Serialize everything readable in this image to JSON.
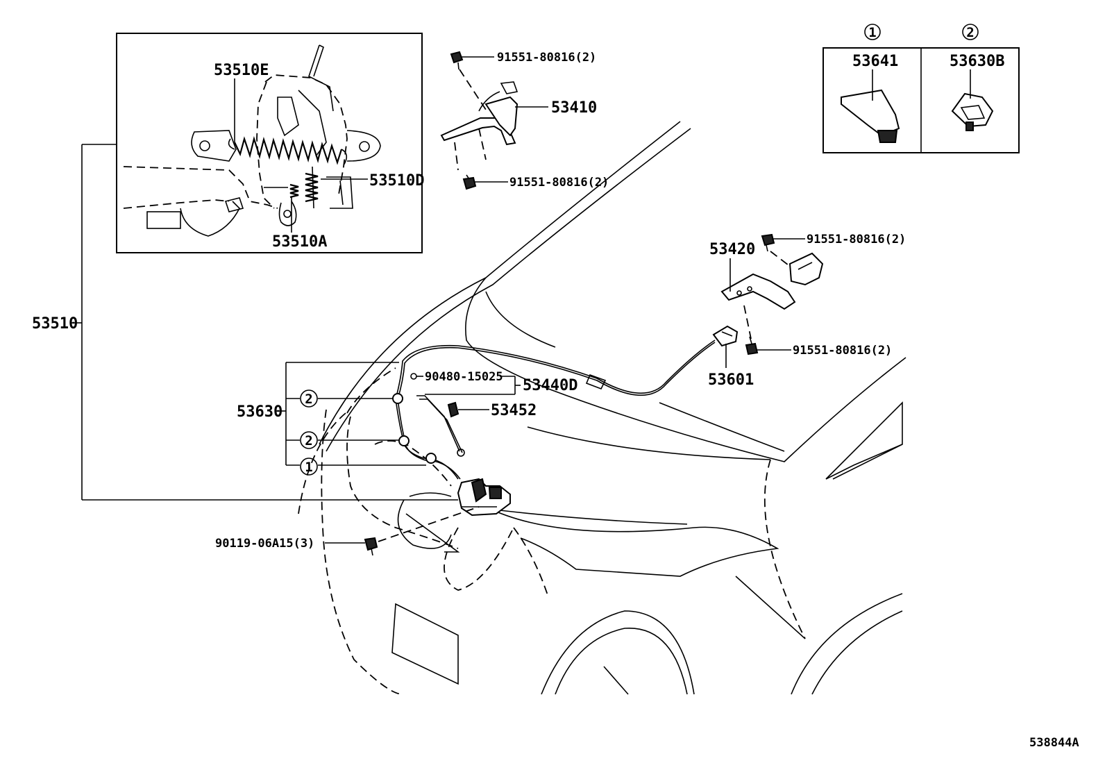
{
  "labels": {
    "main_assembly": "53510",
    "lock_spring_e": "53510E",
    "lock_spring_d": "53510D",
    "lock_spring_a": "53510A",
    "support_rod": "53410",
    "bolt_top_1": "91551-80816(2)",
    "bolt_top_2": "91551-80816(2)",
    "hinge_bracket": "53420",
    "bolt_right_1": "91551-80816(2)",
    "bolt_right_2": "91551-80816(2)",
    "release_lever": "53601",
    "clamp_part": "90480-15025",
    "cable_assembly": "53440D",
    "grommet": "53452",
    "clamp_group": "53630",
    "bolt_lower": "90119-06A15(3)",
    "legend_clip_1": "53641",
    "legend_clip_2": "53630B",
    "diagram_code": "538844A"
  },
  "markers": {
    "one": "1",
    "two": "2"
  }
}
